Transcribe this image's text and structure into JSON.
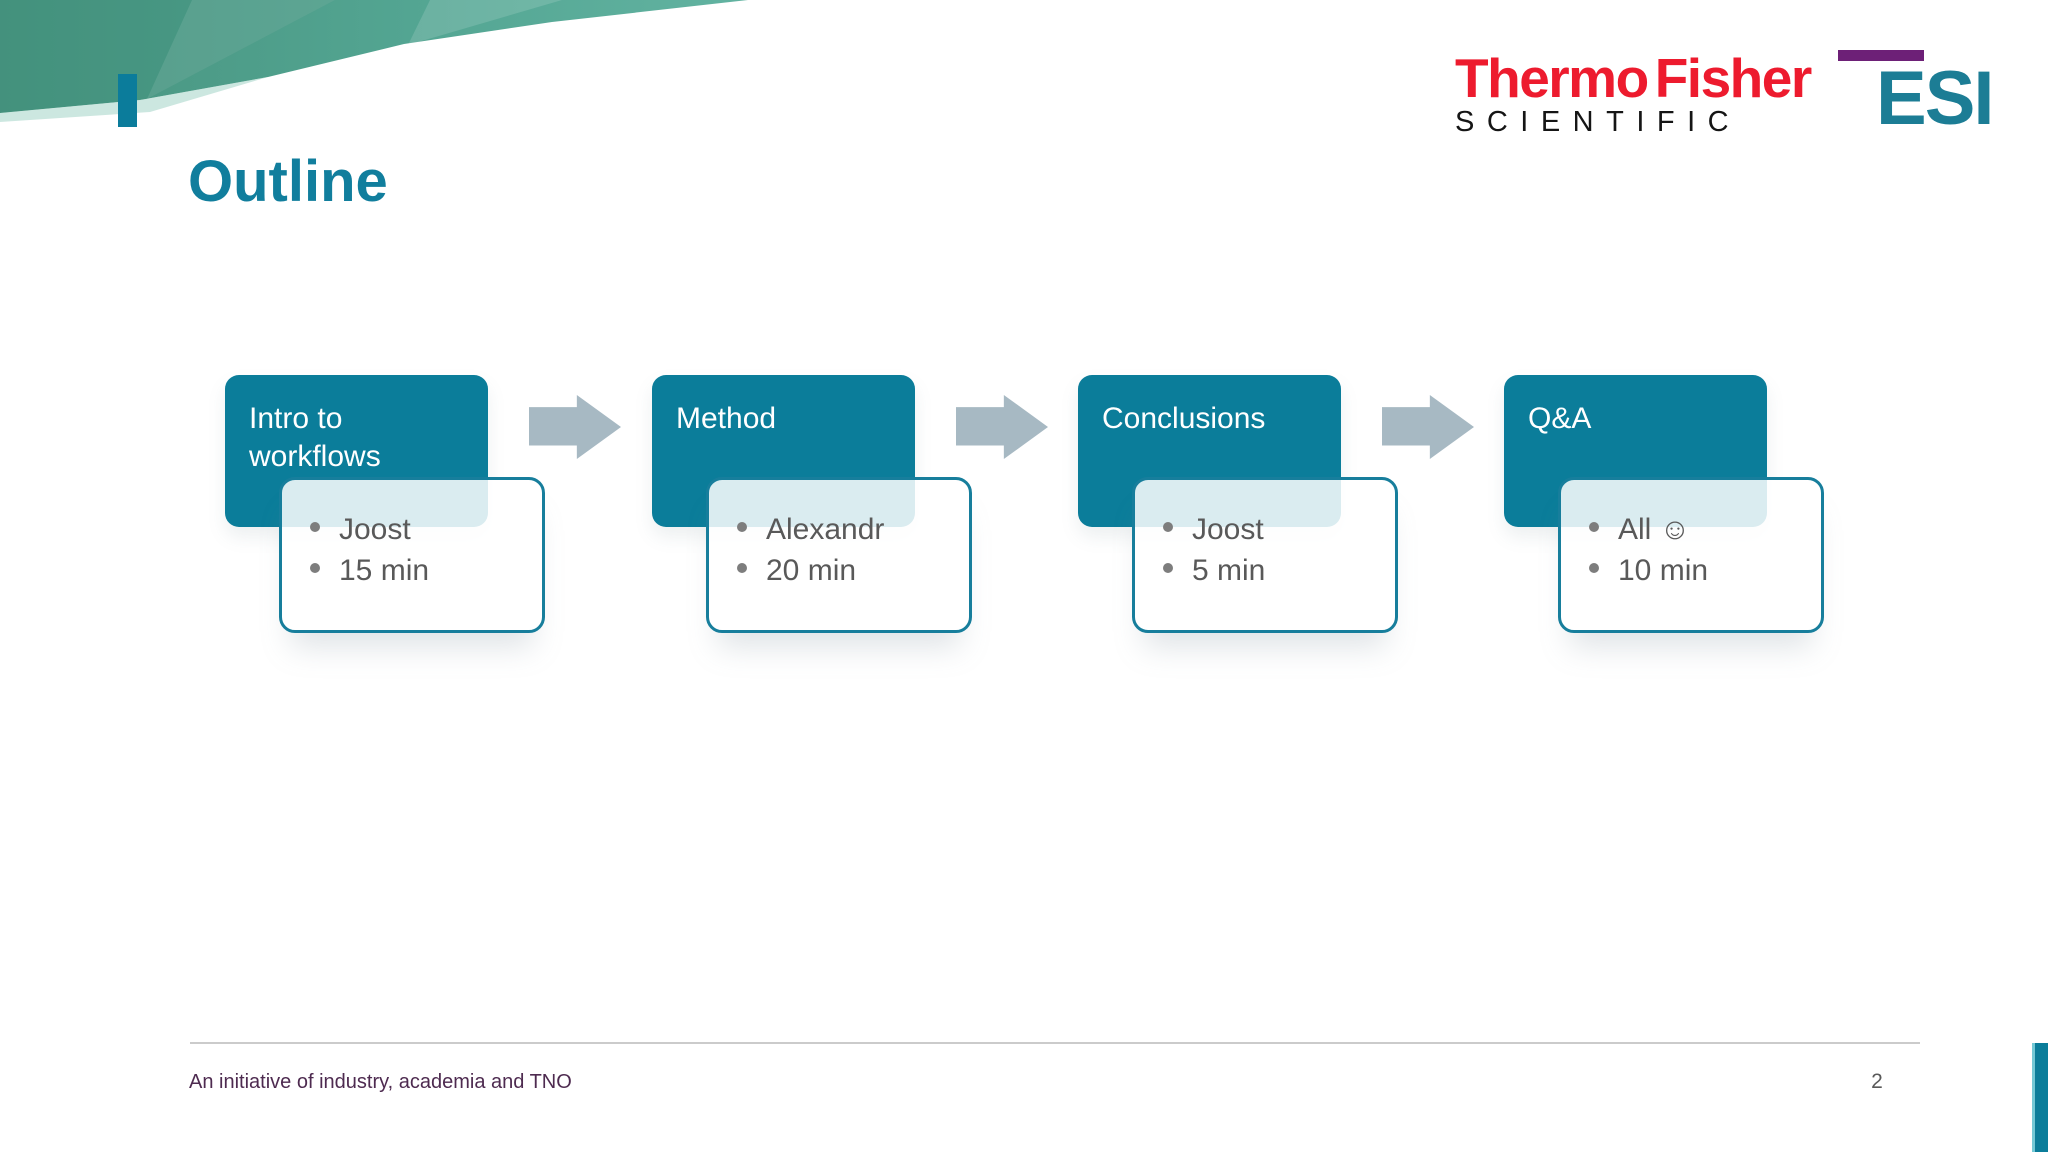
{
  "header": {
    "thermo_fisher_logo": {
      "word1": "Thermo",
      "word2": "Fisher",
      "subline": "SCIENTIFIC"
    },
    "esi_logo": {
      "label": "ESI"
    }
  },
  "title": "Outline",
  "diagram": {
    "type": "process-flow",
    "steps": [
      {
        "label": "Intro to workflows",
        "bullets": [
          "Joost",
          "15 min"
        ]
      },
      {
        "label": "Method",
        "bullets": [
          "Alexandr",
          "20 min"
        ]
      },
      {
        "label": "Conclusions",
        "bullets": [
          "Joost",
          "5 min"
        ]
      },
      {
        "label": "Q&A",
        "bullets": [
          "All ☺",
          "10 min"
        ]
      }
    ],
    "arrow_count": 3
  },
  "footer": {
    "text": "An initiative of industry, academia and TNO",
    "page_number": "2"
  },
  "colors": {
    "step_box_teal": "#0b7d9a",
    "card_border_teal": "#177e9c",
    "title_teal": "#117e9d",
    "arrow_gray_blue": "#a7b9c3",
    "bullet_gray": "#595959",
    "brand_red": "#ed1b2e",
    "esi_teal": "#1c7d95",
    "esi_purple": "#6d2077",
    "footer_plum": "#4e2b50",
    "header_green": "#4f9f8d"
  }
}
